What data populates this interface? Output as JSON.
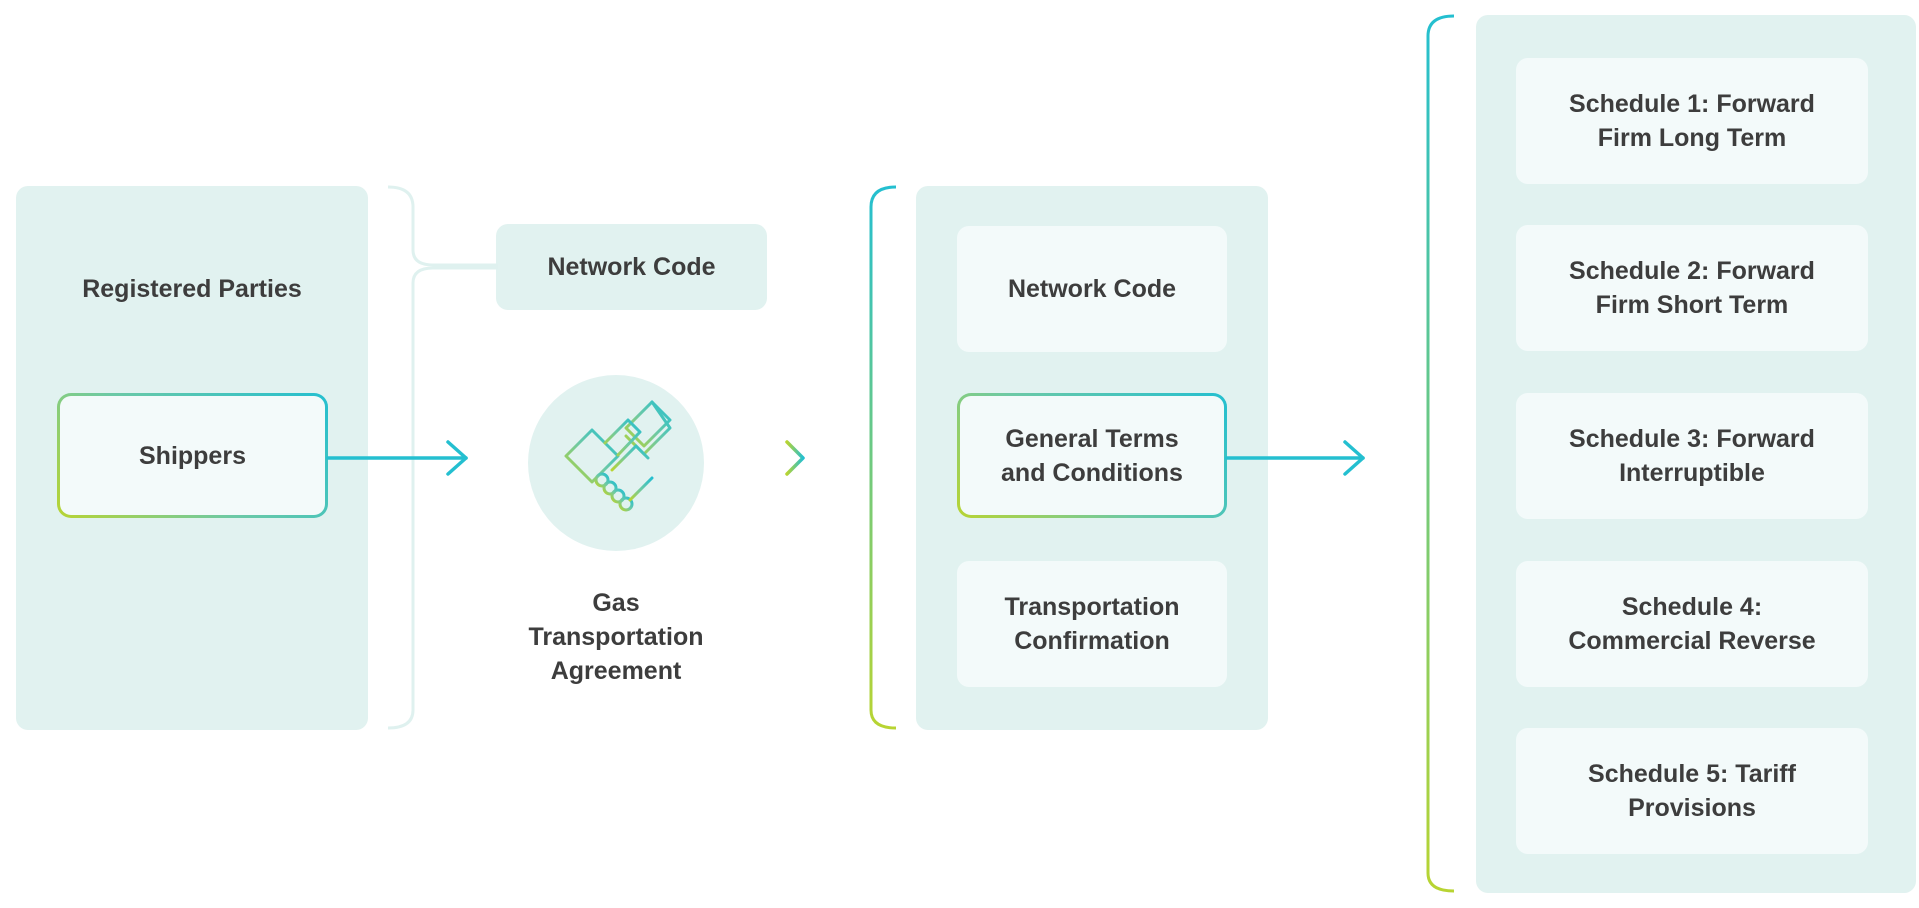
{
  "registered_parties": {
    "title": "Registered Parties",
    "shippers_label": "Shippers"
  },
  "network_code_pill": {
    "label": "Network Code"
  },
  "agreement": {
    "icon": "handshake-icon",
    "label_line1": "Gas",
    "label_line2": "Transportation",
    "label_line3": "Agreement"
  },
  "agreement_components": {
    "items": [
      {
        "line1": "Network Code",
        "line2": ""
      },
      {
        "line1": "General Terms",
        "line2": "and Conditions"
      },
      {
        "line1": "Transportation",
        "line2": "Confirmation"
      }
    ]
  },
  "schedules": {
    "items": [
      {
        "line1": "Schedule 1: Forward",
        "line2": "Firm Long Term"
      },
      {
        "line1": "Schedule 2: Forward",
        "line2": "Firm Short Term"
      },
      {
        "line1": "Schedule 3: Forward",
        "line2": "Interruptible"
      },
      {
        "line1": "Schedule 4:",
        "line2": "Commercial Reverse"
      },
      {
        "line1": "Schedule 5: Tariff",
        "line2": "Provisions"
      }
    ]
  },
  "colors": {
    "panel": "#e1f2f0",
    "card": "#f3fafa",
    "accent_teal": "#24bfd0",
    "accent_lime": "#b8d432",
    "text": "#3d3d3d",
    "bracket_light": "#dff1ef"
  }
}
